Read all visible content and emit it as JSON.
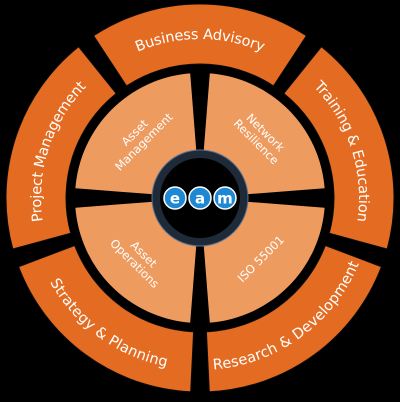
{
  "outer_segments": [
    {
      "label": "Business Advisory"
    },
    {
      "label": "Training & Education"
    },
    {
      "label": "Research & Development"
    },
    {
      "label": "Strategy & Planning"
    },
    {
      "label": "Project Management"
    }
  ],
  "inner_segments": [
    {
      "lines": [
        "Network",
        "Resilience"
      ]
    },
    {
      "lines": [
        "ISO 55001"
      ]
    },
    {
      "lines": [
        "Asset",
        "Operations"
      ]
    },
    {
      "lines": [
        "Asset",
        "Management"
      ]
    }
  ],
  "hub": {
    "letters": [
      "e",
      "a",
      "m"
    ]
  },
  "colors": {
    "outer": "#e46c22",
    "inner": "#ee9b60",
    "hub_ring": "#1e2a38",
    "badge": "#1e88d4",
    "background": "#000000"
  }
}
